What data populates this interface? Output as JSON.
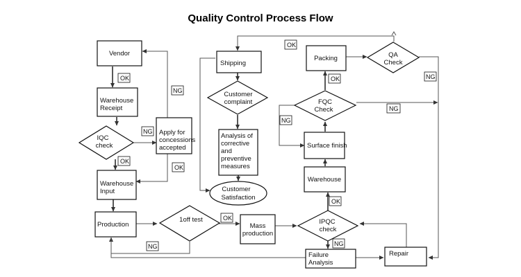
{
  "title": "Quality Control Process Flow",
  "nodes": {
    "vendor": "Vendor",
    "warehouse_receipt": [
      "Warehouse",
      "Receipt"
    ],
    "iqc_check": [
      "IQC",
      "check"
    ],
    "apply_concessions": [
      "Apply for",
      "concessions",
      "accepted"
    ],
    "warehouse_input": [
      "Warehouse",
      "Input"
    ],
    "production": "Production",
    "one_off_test": "1off test",
    "shipping": "Shipping",
    "customer_complaint": [
      "Customer",
      "complaint"
    ],
    "analysis_measures": [
      "Analysis of",
      "corrective",
      "and",
      "preventive",
      "measures"
    ],
    "customer_satisfaction": [
      "Customer",
      "Satisfaction"
    ],
    "mass_production": [
      "Mass",
      "production"
    ],
    "ipqc_check": [
      "IPQC",
      "check"
    ],
    "failure_analysis": [
      "Failure",
      "Analysis"
    ],
    "repair": "Repair",
    "warehouse": "Warehouse",
    "surface_finish": "Surface finish",
    "fqc_check": [
      "FQC",
      "Check"
    ],
    "packing": "Packing",
    "qa_check": [
      "QA",
      "Check"
    ]
  },
  "tags": {
    "vendor_ok": "OK",
    "iqc_ng": "NG",
    "iqc_ok": "OK",
    "concession_ng": "NG",
    "concession_ok": "OK",
    "production_ng": "NG",
    "oneoff_ok": "OK",
    "ipqc_ng": "NG",
    "warehouse_ok": "OK",
    "fqc_ng_left": "NG",
    "fqc_ng_right": "NG",
    "packing_ok": "OK",
    "qa_ok": "OK",
    "qa_ng": "NG"
  }
}
